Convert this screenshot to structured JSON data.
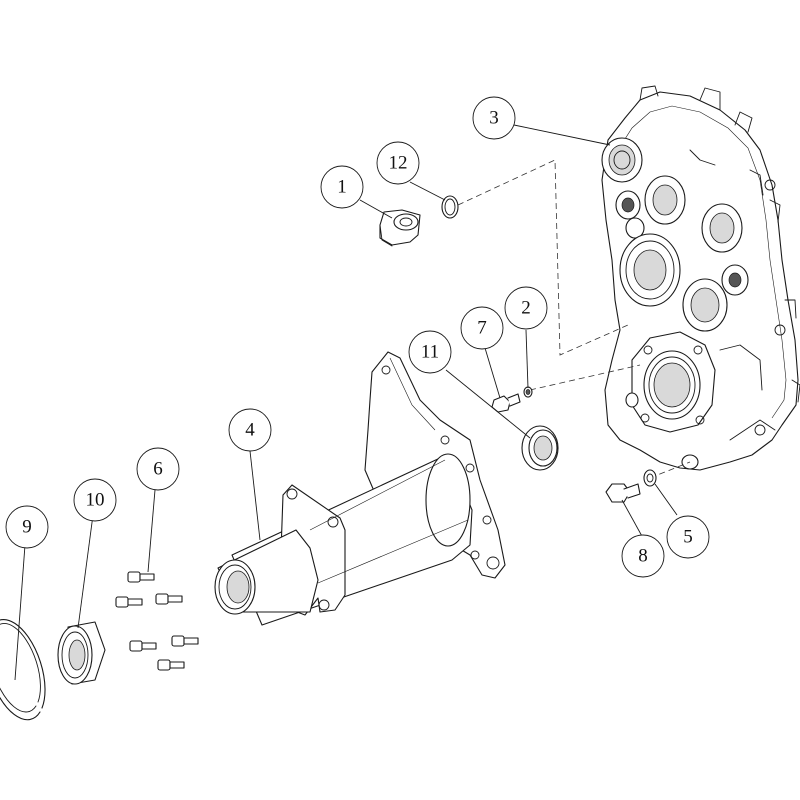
{
  "callouts": [
    {
      "id": "1",
      "label": "1"
    },
    {
      "id": "12",
      "label": "12"
    },
    {
      "id": "3",
      "label": "3"
    },
    {
      "id": "7",
      "label": "7"
    },
    {
      "id": "2",
      "label": "2"
    },
    {
      "id": "11",
      "label": "11"
    },
    {
      "id": "4",
      "label": "4"
    },
    {
      "id": "6",
      "label": "6"
    },
    {
      "id": "10",
      "label": "10"
    },
    {
      "id": "9",
      "label": "9"
    },
    {
      "id": "8",
      "label": "8"
    },
    {
      "id": "5",
      "label": "5"
    }
  ]
}
